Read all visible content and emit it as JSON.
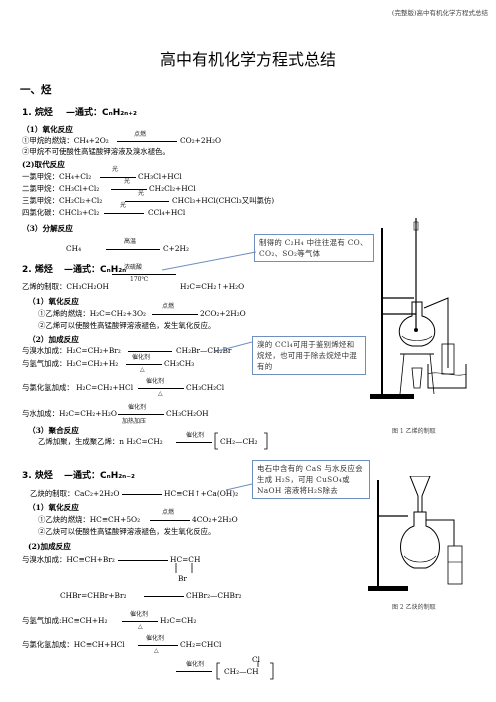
{
  "header": "(完整版)高中有机化学方程式总结",
  "title": "高中有机化学方程式总结",
  "section1": "一、烃",
  "alkane": {
    "heading": "1. 烷烃",
    "formula": "—通式：CₙH₂ₙ₊₂",
    "sub1": "（1）氧化反应",
    "l1": "①甲烷的燃烧：CH₄+2O₂",
    "l1c": "点燃",
    "l1r": "CO₂+2H₂O",
    "l2": "②甲烷不可使酸性高锰酸钾溶液及溴水褪色。",
    "sub2": "(2)取代反应",
    "r1": "一氯甲烷：CH₄+Cl₂",
    "r1r": "CH₃Cl+HCl",
    "r2": "二氯甲烷：CH₃Cl+Cl₂",
    "r2r": "CH₂Cl₂+HCl",
    "r3": "三氯甲烷：CH₂Cl₂+Cl₂",
    "r3r": "CHCl₃+HCl(CHCl₃又叫氯仿)",
    "r4": "四氯化碳：CHCl₃+Cl₂",
    "r4r": "CCl₄+HCl",
    "light": "光",
    "sub3": "（3）分解反应",
    "d1": "CH₄",
    "d1c": "高温",
    "d1r": "C+2H₂"
  },
  "alkene": {
    "heading": "2. 烯烃",
    "formula": "—通式：CₙH₂ₙ",
    "cond_top": "浓硫酸",
    "cond_bot": "170℃",
    "prep": "乙烯的制取：CH₃CH₂OH",
    "prep_r": "H₂C=CH₂↑+H₂O",
    "sub1": "（1）氧化反应",
    "o1": "①乙烯的燃烧：H₂C=CH₂+3O₂",
    "o1c": "点燃",
    "o1r": "2CO₂+2H₂O",
    "o2": "②乙烯可以使酸性高锰酸钾溶液褪色，发生氧化反应。",
    "sub2": "（2）加成反应",
    "a1": "与溴水加成：H₂C=CH₂+Br₂",
    "a1r": "CH₂Br—CH₂Br",
    "a2": "与氢气加成：H₂C=CH₂+H₂",
    "a2c": "催化剂",
    "a2d": "△",
    "a2r": "CH₃CH₃",
    "a3": "与氯化氢加成：  H₂C=CH₂+HCl",
    "a3c": "催化剂",
    "a3d": "△",
    "a3r": "CH₃CH₂Cl",
    "a4": "与水加成：H₂C=CH₂+H₂O",
    "a4c": "催化剂",
    "a4d": "加热加压",
    "a4r": "CH₃CH₂OH",
    "sub3": "（3）聚合反应",
    "p1": "乙烯加聚，生成聚乙烯：n H₂C=CH₂",
    "p1c": "催化剂",
    "p1r": "CH₂—CH₂"
  },
  "alkyne": {
    "heading": "3. 炔烃",
    "formula": "—通式：CₙH₂ₙ₋₂",
    "prep": "乙炔的制取：CaC₂+2H₂O",
    "prep_r": "HC≡CH↑+Ca(OH)₂",
    "sub1": "（1）氧化反应",
    "o1": "①乙炔的燃烧：HC≡CH+5O₂",
    "o1c": "点燃",
    "o1r": "4CO₂+2H₂O",
    "o2": "②乙炔可以使酸性高锰酸钾溶液褪色，发生氧化反应。",
    "sub2": "(2)加成反应",
    "a1": "与溴水加成：HC≡CH+Br₂",
    "a1r": "HC=CH",
    "a1br": "Br",
    "a1b": "CHBr=CHBr+Br₂",
    "a1br2": "CHBr₂—CHBr₂",
    "a2": "与氢气加成:HC≡CH+H₂",
    "a2c": "催化剂",
    "a2d": "△",
    "a2r": "H₂C=CH₂",
    "a3": "与氯化氢加成：HC≡CH+HCl",
    "a3c": "催化剂",
    "a3d": "△",
    "a3r": "CH₂=CHCl",
    "p_cl": "Cl",
    "p_c": "催化剂",
    "p_r": "CH₂—CH"
  },
  "callouts": {
    "c1": "制得的 C₂H₄ 中往往混有 CO、CO₂、SO₂等气体",
    "c2": "溴的 CCl₄可用于鉴别烯烃和烷烃，也可用于除去烷烃中混有的",
    "c3": "电石中含有的 CaS 与水反应会生成 H₂S，可用 CuSO₄或 NaOH 溶液将H₂S除去"
  },
  "figures": {
    "fig1": "图 1  乙烯的制取",
    "fig2": "图 2  乙炔的制取"
  }
}
